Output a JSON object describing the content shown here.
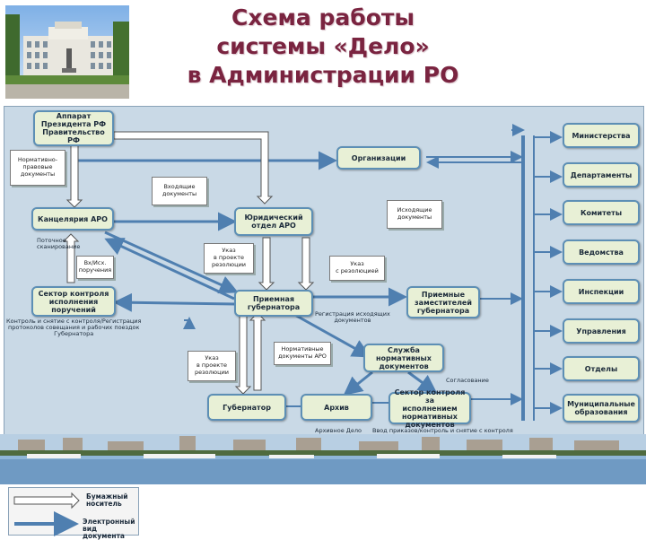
{
  "title": {
    "line1": "Схема работы",
    "line2": "системы «Дело»",
    "line3": "в Администрации РО"
  },
  "boxes": {
    "apparat": "Аппарат\nПрезидента РФ\nПравительство РФ",
    "organizacii": "Организации",
    "kancelyariya": "Канцелярия АРО",
    "yurotdel": "Юридический\nотдел АРО",
    "sektor_kontrolya": "Сектор контроля\nисполнения\nпоручений",
    "priemnaya": "Приемная\nгубернатора",
    "priemnye_zam": "Приемные\nзаместителей\nгубернатора",
    "sluzhba": "Служба\nнормативных\nдокументов",
    "gubernator": "Губернатор",
    "arhiv": "Архив",
    "sektor_kontrolya_za": "Сектор контроля за\nисполнением\nнормативных\nдокументов",
    "ministerstva": "Министерства",
    "departamenty": "Департаменты",
    "komitety": "Комитеты",
    "vedomstva": "Ведомства",
    "inspekcii": "Инспекции",
    "upravleniya": "Управления",
    "otdely": "Отделы",
    "municipalnye": "Муниципальные\nобразования"
  },
  "docs": {
    "normativno": "Нормативно-\nправовые\nдокументы",
    "vhodyashie": "Входящие\nдокументы",
    "ishodyashie": "Исходящие\nдокументы",
    "ukaz_proekt_rez": "Указ\nв проекте\nрезолюции",
    "vh_ish": "Вх/Исх.\nпоручения",
    "ukaz_rez": "Указ\nс резолюцией",
    "ukaz_proekt_rez2": "Указ\nв проекте\nрезолюции",
    "normativnye_aro": "Нормативные\nдокументы АРО"
  },
  "notes": {
    "potochnoe": "Поточное\nсканирование",
    "kontrol": "Контроль и снятие с контроля/Регистрация\nпротоколов совещания и рабочих поездок\nГубернатора",
    "registraciya_ish": "Регистрация исходящих\nдокументов",
    "soglasovanie": "Согласование",
    "arhivnoe": "Архивное Дело",
    "vvod": "Ввод приказов/контроль и снятие с контроля"
  },
  "legend": {
    "paper": "Бумажный\nноситель",
    "electronic": "Электронный\nвид документа"
  },
  "colors": {
    "title": "#7a2440",
    "panel": "#c9d9e6",
    "box_fill": "#e8f0d6",
    "box_border": "#5d8fb5",
    "arrow_blue": "#4f7fb0",
    "arrow_outline": "#555555"
  }
}
